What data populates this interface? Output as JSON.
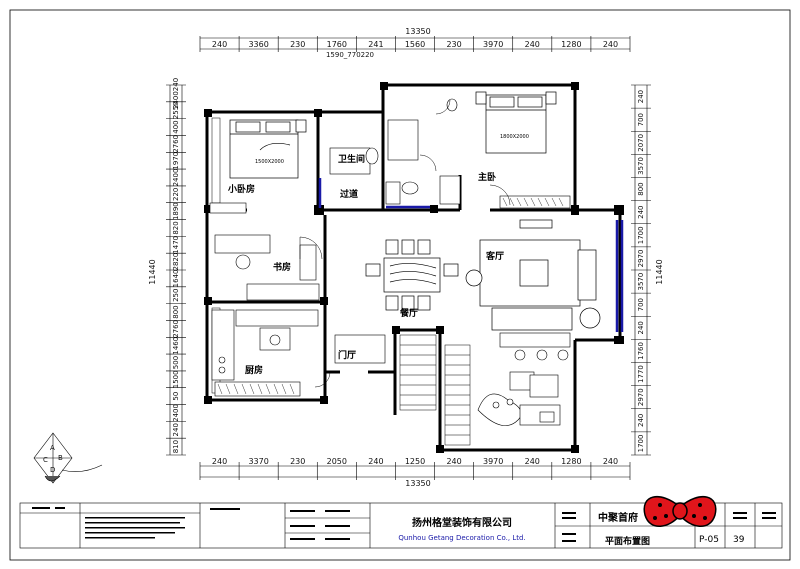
{
  "dims": {
    "top_total": "13350",
    "top_segments": [
      "240",
      "3360",
      "230",
      "1760",
      "241",
      "1560",
      "230",
      "3970",
      "240",
      "1280",
      "240"
    ],
    "top_sub": "1590_770220",
    "bottom_total": "13350",
    "bottom_segments": [
      "240",
      "3370",
      "230",
      "2050",
      "240",
      "1250",
      "240",
      "3970",
      "240",
      "1280",
      "240"
    ],
    "left_total": "11440",
    "left_segments": [
      "2400240",
      "2550",
      "400",
      "2760",
      "1970",
      "2400",
      "220",
      "1890",
      "820",
      "1470",
      "2820",
      "1640",
      "250",
      "800",
      "2760",
      "1460",
      "500",
      "1500",
      "50",
      "2400",
      "240",
      "810"
    ],
    "right_total": "11440",
    "right_segments": [
      "240",
      "700",
      "2070",
      "3570",
      "800",
      "240",
      "1700",
      "2970",
      "3570",
      "700",
      "240",
      "1760",
      "1770",
      "2970",
      "240",
      "1700"
    ]
  },
  "rooms": {
    "secondary_bedroom": "小卧房",
    "bathroom": "卫生间",
    "corridor": "过道",
    "master_bedroom": "主卧",
    "study": "书房",
    "living_room": "客厅",
    "dining_room": "餐厅",
    "kitchen": "厨房",
    "entrance": "门厅"
  },
  "furniture": {
    "bed_small": "1500X2000",
    "bed_master": "1800X2000"
  },
  "compass": {
    "letters": [
      "A",
      "B",
      "C",
      "D"
    ]
  },
  "title_block": {
    "company_cn": "扬州格堂装饰有限公司",
    "company_en": "Qunhou Getang Decoration Co., Ltd.",
    "project": "中聚首府",
    "drawing_title": "平面布置图",
    "drawing_no": "P-05",
    "sheet_no": "39"
  },
  "colors": {
    "wall": "#000000",
    "window_blue": "#1a1aa8",
    "bow_red": "#e0151b"
  }
}
